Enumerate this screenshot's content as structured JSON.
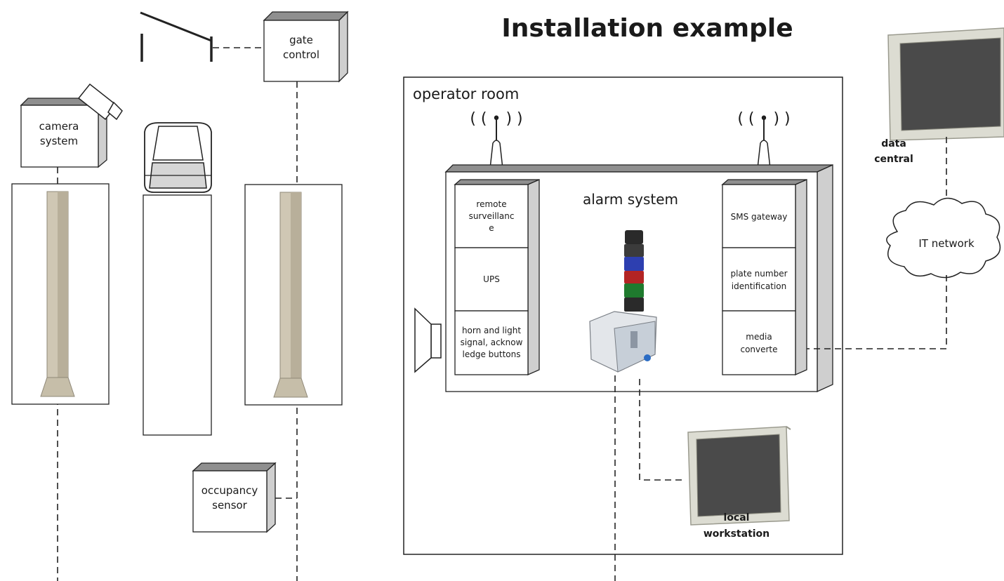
{
  "title": "Installation example",
  "labels": {
    "gate_control_1": "gate",
    "gate_control_2": "control",
    "camera_system_1": "camera",
    "camera_system_2": "system",
    "occupancy_sensor_1": "occupancy",
    "occupancy_sensor_2": "sensor",
    "operator_room": "operator room",
    "alarm_system": "alarm system",
    "data_central_1": "data",
    "data_central_2": "central",
    "it_network": "IT network",
    "local_workstation_1": "local",
    "local_workstation_2": "workstation"
  },
  "left_modules": [
    {
      "lines": [
        "remote",
        "surveillanc",
        "e"
      ]
    },
    {
      "lines": [
        "UPS"
      ]
    },
    {
      "lines": [
        "horn and light",
        "signal, acknow",
        "ledge buttons"
      ]
    }
  ],
  "right_modules": [
    {
      "lines": [
        "SMS gateway"
      ]
    },
    {
      "lines": [
        "plate number",
        "identification"
      ]
    },
    {
      "lines": [
        "media",
        "converte"
      ]
    }
  ],
  "icons": {
    "antenna": "antenna-icon",
    "camera": "camera-icon",
    "horn": "horn-icon",
    "signal_tower": "signal-tower-icon",
    "monitor": "monitor-icon",
    "car": "car-icon",
    "barrier": "barrier-icon",
    "cloud": "cloud-icon"
  }
}
